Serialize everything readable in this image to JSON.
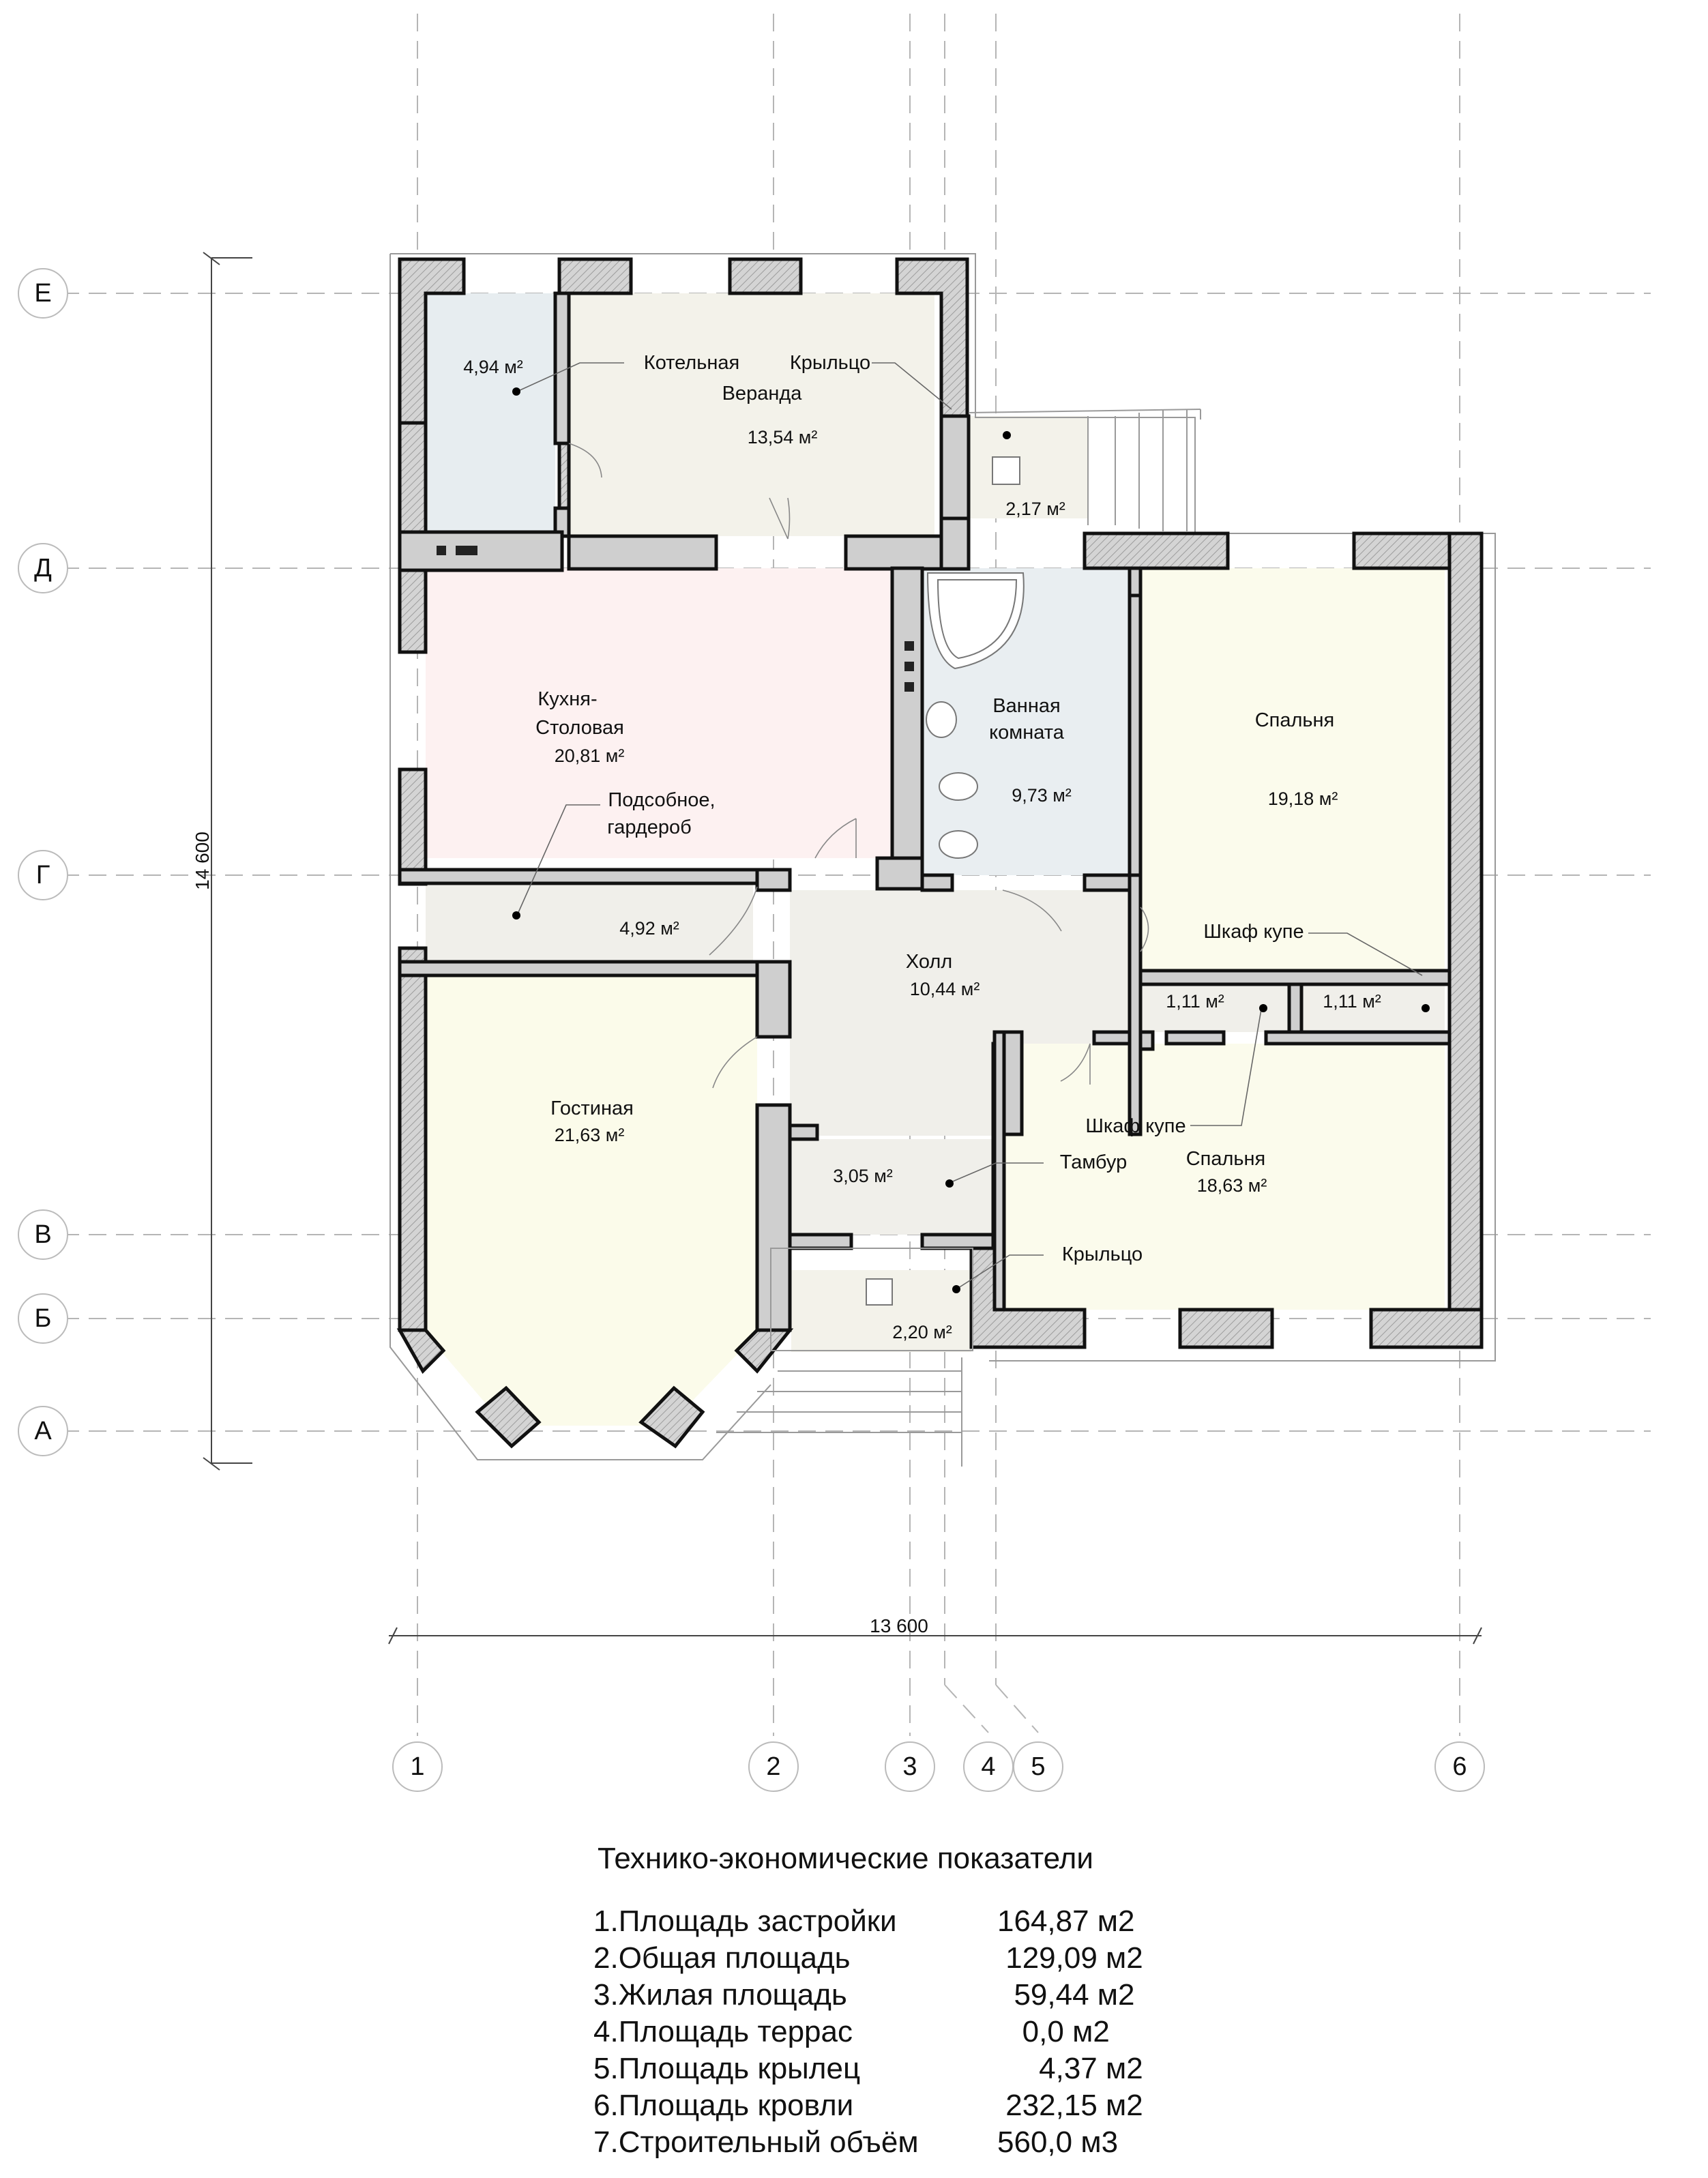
{
  "axes": {
    "rows": [
      "Е",
      "Д",
      "Г",
      "В",
      "Б",
      "А"
    ],
    "columns": [
      "1",
      "2",
      "3",
      "4",
      "5",
      "6"
    ]
  },
  "dimensions": {
    "height": "14 600",
    "width": "13 600"
  },
  "rooms": {
    "boiler": {
      "name": "Котельная",
      "area": "4,94 м²"
    },
    "veranda": {
      "name": "Веранда",
      "area": "13,54 м²"
    },
    "porch_top": {
      "name": "Крыльцо",
      "area": "2,17 м²"
    },
    "kitchen": {
      "name1": "Кухня-",
      "name2": "Столовая",
      "area": "20,81 м²"
    },
    "bathroom": {
      "name1": "Ванная",
      "name2": "комната",
      "area": "9,73 м²"
    },
    "bedroom1": {
      "name": "Спальня",
      "area": "19,18 м²"
    },
    "utility": {
      "name1": "Подсобное,",
      "name2": "гардероб",
      "area": "4,92 м²"
    },
    "hall": {
      "name": "Холл",
      "area": "10,44 м²"
    },
    "wardrobe1": {
      "name": "Шкаф купе",
      "area": "1,11 м²"
    },
    "wardrobe2": {
      "name": "Шкаф купе",
      "area": "1,11 м²"
    },
    "living": {
      "name": "Гостиная",
      "area": "21,63 м²"
    },
    "bedroom2": {
      "name": "Спальня",
      "area": "18,63 м²"
    },
    "vestibule": {
      "name": "Тамбур",
      "area": "3,05 м²"
    },
    "porch_bottom": {
      "name": "Крыльцо",
      "area": "2,20 м²"
    }
  },
  "colors": {
    "boiler": "#e7edf0",
    "veranda": "#f3f2ea",
    "kitchen": "#fdf1f1",
    "bathroom": "#e9eef1",
    "bedroom": "#fbfbec",
    "living": "#fbfbea",
    "hall": "#f0efea",
    "walls": "#cfcfcf"
  },
  "indicators": {
    "title": "Технико-экономические показатели",
    "rows": [
      {
        "label": "1.Площадь застройки",
        "value": "164,87 м2"
      },
      {
        "label": "2.Общая площадь",
        "value": " 129,09 м2"
      },
      {
        "label": "3.Жилая площадь",
        "value": "  59,44 м2"
      },
      {
        "label": "4.Площадь террас",
        "value": "   0,0 м2"
      },
      {
        "label": "5.Площадь крылец",
        "value": "     4,37 м2"
      },
      {
        "label": "6.Площадь кровли",
        "value": " 232,15 м2"
      },
      {
        "label": "7.Строительный объём",
        "value": "560,0 м3"
      }
    ]
  }
}
